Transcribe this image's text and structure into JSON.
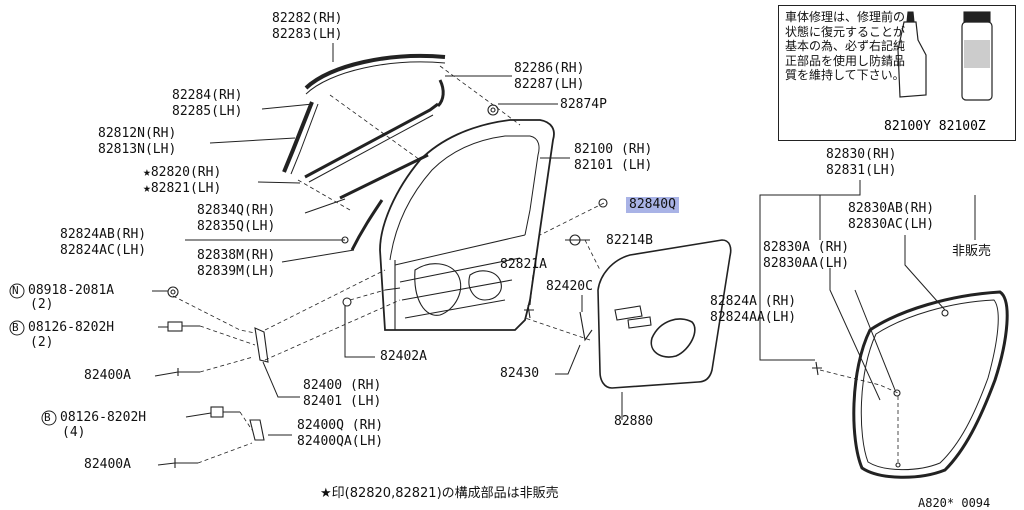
{
  "labels": {
    "l82282": "82282(RH)",
    "l82283": "82283(LH)",
    "l82286": "82286(RH)",
    "l82287": "82287(LH)",
    "l82284": "82284(RH)",
    "l82285": "82285(LH)",
    "l82874P": "82874P",
    "l82812N": "82812N(RH)",
    "l82813N": "82813N(LH)",
    "l82100": "82100 (RH)",
    "l82101": "82101 (LH)",
    "l82820": "★82820(RH)",
    "l82821": "★82821(LH)",
    "l82840Q": "82840Q",
    "l82834Q": "82834Q(RH)",
    "l82835Q": "82835Q(LH)",
    "l82824AB": "82824AB(RH)",
    "l82824AC": "82824AC(LH)",
    "l82214B": "82214B",
    "l82838M": "82838M(RH)",
    "l82839M": "82839M(LH)",
    "l82821A": "82821A",
    "lN08918": "08918-2081A",
    "lN08918q": "(2)",
    "l82420C": "82420C",
    "lB08126a": "08126-8202H",
    "lB08126aq": "(2)",
    "l82402A": "82402A",
    "l82400A_1": "82400A",
    "l82430": "82430",
    "l82400": "82400 (RH)",
    "l82401": "82401 (LH)",
    "lB08126b": "08126-8202H",
    "lB08126bq": "(4)",
    "l82880": "82880",
    "l82400Q": "82400Q (RH)",
    "l82400QA": "82400QA(LH)",
    "l82400A_2": "82400A",
    "l82830": "82830(RH)",
    "l82831": "82831(LH)",
    "l82830AB": "82830AB(RH)",
    "l82830AC": "82830AC(LH)",
    "l82830A": "82830A (RH)",
    "l82830AA": "82830AA(LH)",
    "lNotSold": "非販売",
    "l82824A": "82824A (RH)",
    "l82824AA": "82824AA(LH)"
  },
  "legend": {
    "text": "車体修理は、修理前の状態に復元することが基本の為、必ず右記純正部品を使用し防錆品質を維持して下さい。",
    "codes": "82100Y 82100Z"
  },
  "footnote": "★印(82820,82821)の構成部品は非販売",
  "diagram_id": "A820* 0094",
  "circle_letters": {
    "n": "N",
    "b": "B"
  },
  "colors": {
    "highlight": "#a9b3e6",
    "ink": "#222222"
  }
}
